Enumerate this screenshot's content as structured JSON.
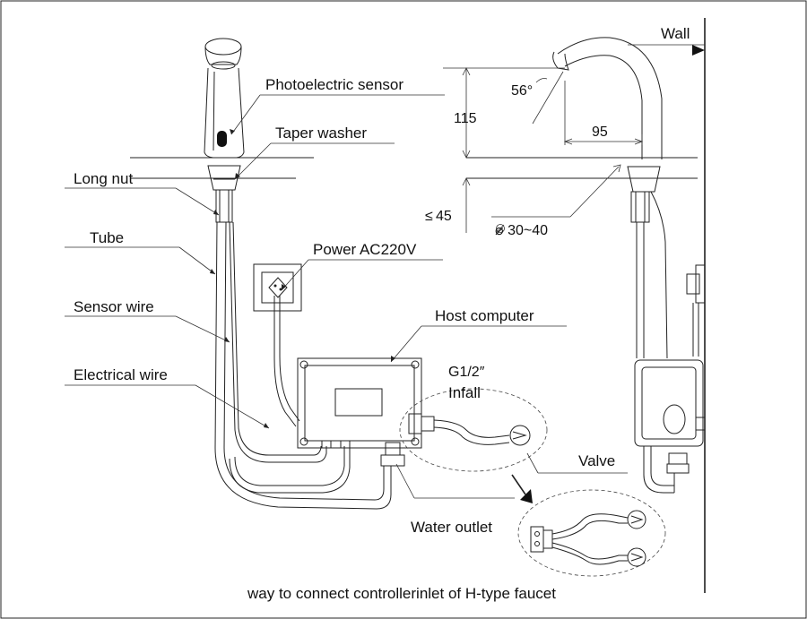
{
  "labels": {
    "photoelectric_sensor": "Photoelectric sensor",
    "taper_washer": "Taper washer",
    "long_nut": "Long nut",
    "tube": "Tube",
    "power": "Power AC220V",
    "sensor_wire": "Sensor wire",
    "host_computer": "Host computer",
    "electrical_wire": "Electrical wire",
    "thread_size": "G1/2″",
    "infall": "Infall",
    "valve": "Valve",
    "water_outlet": "Water outlet",
    "wall": "Wall"
  },
  "dimensions": {
    "angle": "56°",
    "height": "115",
    "reach": "95",
    "max_thickness": "≤ 45",
    "hole_diameter": "⌀ 30~40"
  },
  "caption": "way to connect controllerinlet of H-type faucet"
}
